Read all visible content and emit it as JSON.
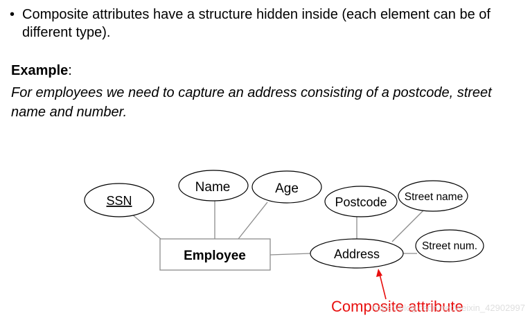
{
  "bullet": {
    "symbol": "•",
    "text": "Composite attributes have a structure hidden inside (each element can be of different type)."
  },
  "example": {
    "label": "Example",
    "colon": ":",
    "description": "For employees we need to capture an address consisting of a postcode, street name and number."
  },
  "diagram": {
    "entity": "Employee",
    "attributes": {
      "ssn": "SSN",
      "name": "Name",
      "age": "Age",
      "address": "Address",
      "postcode": "Postcode",
      "street_name": "Street name",
      "street_num": "Street num."
    },
    "annotation": "Composite attribute",
    "annotation_color": "#e8100f",
    "watermark": "https://blog.csdn.net/weixin_42902997"
  }
}
